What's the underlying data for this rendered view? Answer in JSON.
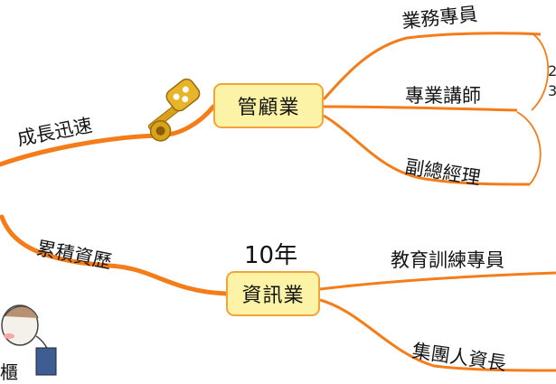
{
  "colors": {
    "branch": "#f47d1a",
    "node_fill": "#fdf3a6",
    "node_border": "#f2a43a",
    "key": "#d9a21b"
  },
  "branches": {
    "top": "成長迅速",
    "bottom": "累積資歷"
  },
  "nodes": {
    "management": {
      "label": "管顧業",
      "children": [
        "業務專員",
        "專業講師",
        "副總經理"
      ]
    },
    "it": {
      "label": "資訊業",
      "note": "10年",
      "children": [
        "教育訓練專員",
        "集團人資長"
      ]
    }
  },
  "edge_text": [
    "2",
    "3"
  ],
  "icons": [
    "golden-key-icon",
    "cartoon-person-icon"
  ],
  "partial_label": "櫃"
}
